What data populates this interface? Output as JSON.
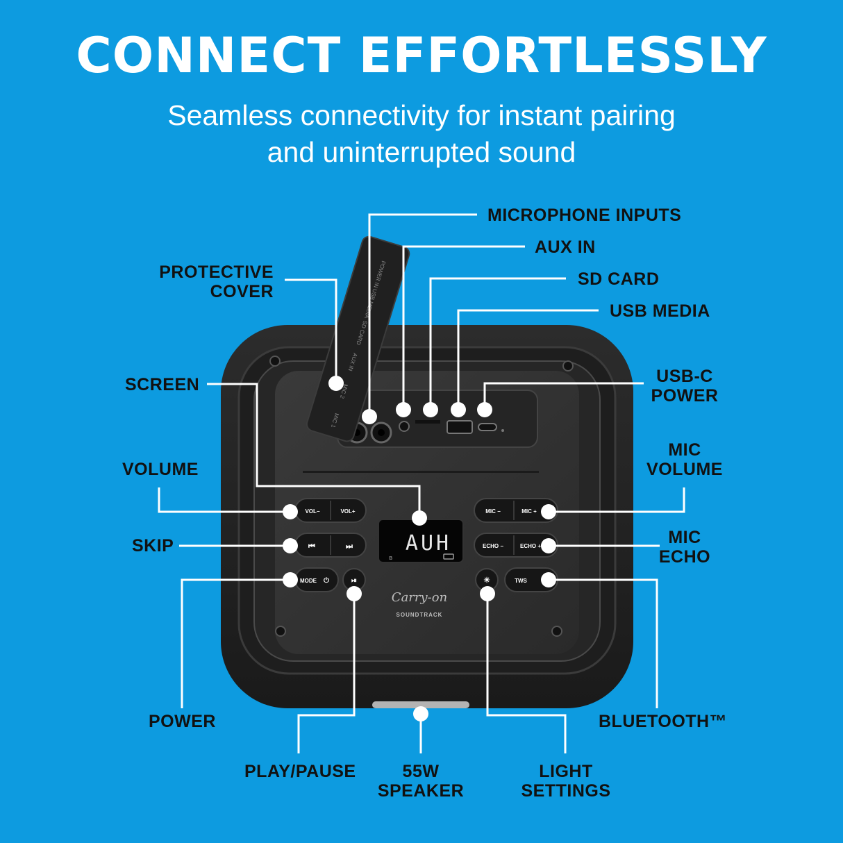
{
  "header": {
    "title": "CONNECT EFFORTLESSLY",
    "subtitle_line1": "Seamless connectivity for instant pairing",
    "subtitle_line2": "and uninterrupted sound"
  },
  "callouts": {
    "microphone_inputs": "MICROPHONE INPUTS",
    "aux_in": "AUX IN",
    "sd_card": "SD CARD",
    "usb_media": "USB MEDIA",
    "protective_cover_1": "PROTECTIVE",
    "protective_cover_2": "COVER",
    "screen": "SCREEN",
    "usbc_power_1": "USB-C",
    "usbc_power_2": "POWER",
    "volume": "VOLUME",
    "mic_volume_1": "MIC",
    "mic_volume_2": "VOLUME",
    "skip": "SKIP",
    "mic_echo_1": "MIC",
    "mic_echo_2": "ECHO",
    "power": "POWER",
    "bluetooth": "BLUETOOTH™",
    "play_pause": "PLAY/PAUSE",
    "speaker_1": "55W",
    "speaker_2": "SPEAKER",
    "light_1": "LIGHT",
    "light_2": "SETTINGS"
  },
  "device": {
    "display": "AUH",
    "brand": "Carry-on",
    "brand_sub": "SOUNDTRACK",
    "cover_labels": [
      "MIC 1",
      "MIC 2",
      "AUX IN",
      "SD CARD",
      "USB MEDIA",
      "POWER IN"
    ],
    "buttons": {
      "vol_minus": "VOL−",
      "vol_plus": "VOL+",
      "mic_minus": "MIC −",
      "mic_plus": "MIC +",
      "echo_minus": "ECHO −",
      "echo_plus": "ECHO +",
      "mode": "MODE",
      "tws": "TWS"
    }
  },
  "colors": {
    "background": "#0d9be0",
    "device": "#232323",
    "text_dark": "#111111",
    "text_light": "#ffffff"
  }
}
